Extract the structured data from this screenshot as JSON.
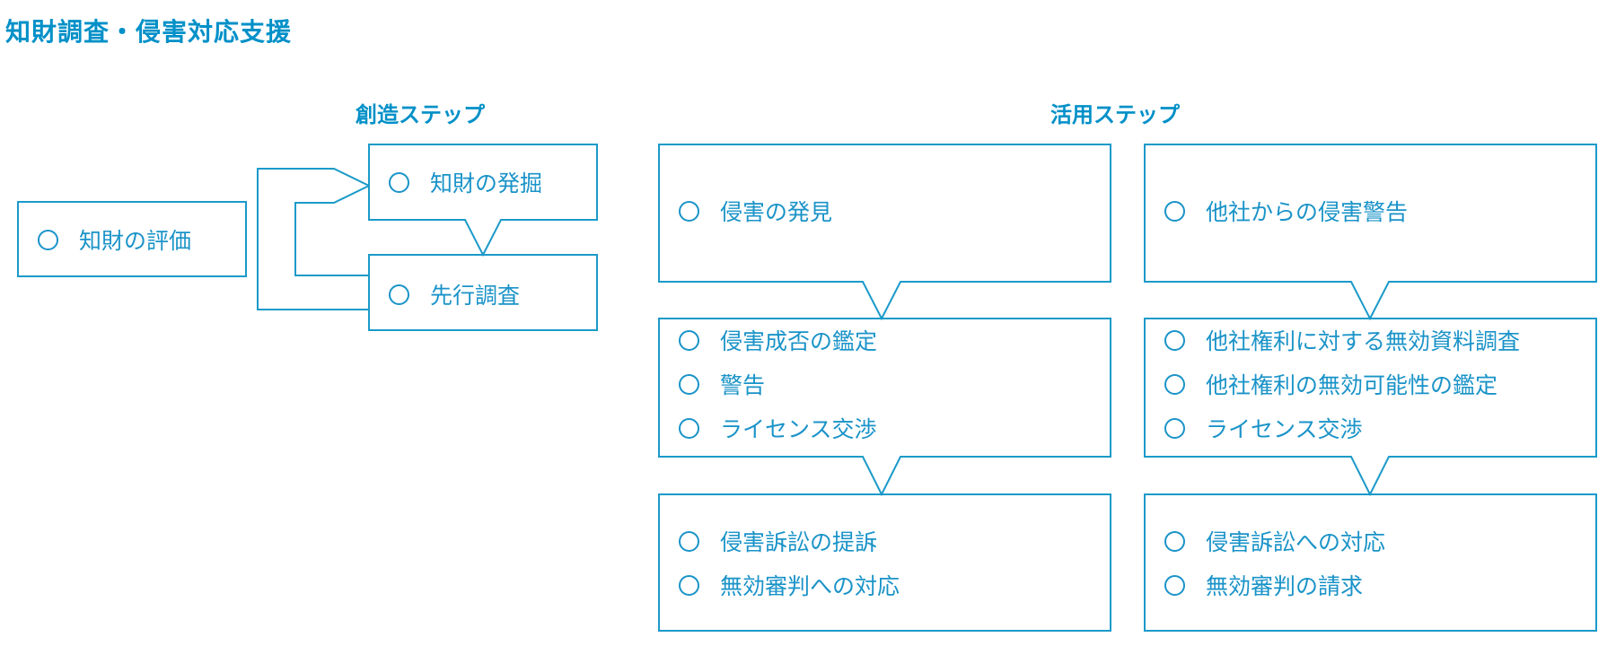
{
  "page_title": "知財調査・侵害対応支援",
  "sections": {
    "creation": "創造ステップ",
    "utilization": "活用ステップ"
  },
  "boxes": {
    "evaluation": {
      "items": [
        "知財の評価"
      ]
    },
    "discovery": {
      "items": [
        "知財の発掘"
      ]
    },
    "prior_search": {
      "items": [
        "先行調査"
      ]
    },
    "infringement_found": {
      "items": [
        "侵害の発見"
      ]
    },
    "infringement_judgment": {
      "items": [
        "侵害成否の鑑定",
        "警告",
        "ライセンス交渉"
      ]
    },
    "infringement_lawsuit": {
      "items": [
        "侵害訴訟の提訴",
        "無効審判への対応"
      ]
    },
    "warning_received": {
      "items": [
        "他社からの侵害警告"
      ]
    },
    "invalidity_survey": {
      "items": [
        "他社権利に対する無効資料調査",
        "他社権利の無効可能性の鑑定",
        "ライセンス交渉"
      ]
    },
    "lawsuit_response": {
      "items": [
        "侵害訴訟への対応",
        "無効審判の請求"
      ]
    }
  },
  "colors": {
    "accent": "#0090c8",
    "line": "#1a9ac9",
    "text": "#1a93c8"
  }
}
